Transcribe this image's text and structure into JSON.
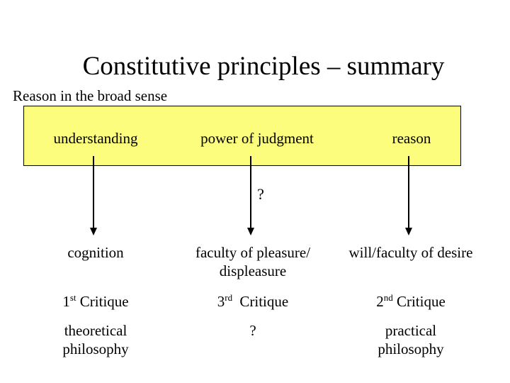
{
  "slide": {
    "title": "Constitutive principles – summary",
    "subtitle": "Reason in the broad sense",
    "top_box": {
      "fill_color": "#FCFC7D",
      "border_color": "#000000",
      "labels": [
        "understanding",
        "power of judgment",
        "reason"
      ]
    },
    "middle_question_mark": "?",
    "columns": [
      {
        "faculty_line1": "cognition",
        "faculty_line2": "",
        "critique_number": "1",
        "critique_ordinal": "st",
        "critique_word": "Critique",
        "philosophy_line1": "theoretical",
        "philosophy_line2": "philosophy"
      },
      {
        "faculty_line1": "faculty of pleasure/",
        "faculty_line2": "displeasure",
        "critique_number": "3",
        "critique_ordinal": "rd",
        "critique_word": "Critique",
        "philosophy_line1": "?",
        "philosophy_line2": ""
      },
      {
        "faculty_line1": "will/faculty of desire",
        "faculty_line2": "",
        "critique_number": "2",
        "critique_ordinal": "nd",
        "critique_word": "Critique",
        "philosophy_line1": "practical",
        "philosophy_line2": "philosophy"
      }
    ],
    "colors": {
      "background": "#FFFFFF",
      "text": "#000000",
      "arrow": "#000000"
    }
  }
}
